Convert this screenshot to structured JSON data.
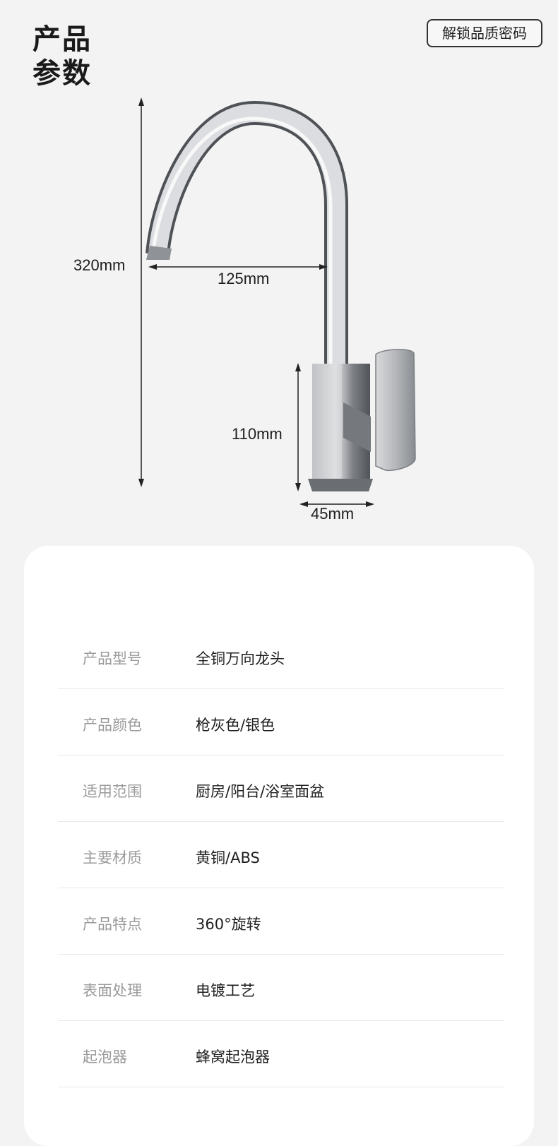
{
  "header": {
    "title_line1": "产品",
    "title_line2": "参数",
    "unlock_button_label": "解锁品质密码"
  },
  "dimensions": {
    "height_total": "320mm",
    "spout_reach": "125mm",
    "body_height": "110mm",
    "base_width": "45mm"
  },
  "specs": [
    {
      "label": "产品型号",
      "value": "全铜万向龙头"
    },
    {
      "label": "产品颜色",
      "value": "枪灰色/银色"
    },
    {
      "label": "适用范围",
      "value": "厨房/阳台/浴室面盆"
    },
    {
      "label": "主要材质",
      "value": "黄铜/ABS"
    },
    {
      "label": "产品特点",
      "value": "360°旋转"
    },
    {
      "label": "表面处理",
      "value": "电镀工艺"
    },
    {
      "label": "起泡器",
      "value": "蜂窝起泡器"
    }
  ],
  "colors": {
    "page_background": "#f3f3f3",
    "card_background": "#ffffff",
    "label_gray": "#9a9a9a",
    "text_dark": "#1e1e1e"
  }
}
